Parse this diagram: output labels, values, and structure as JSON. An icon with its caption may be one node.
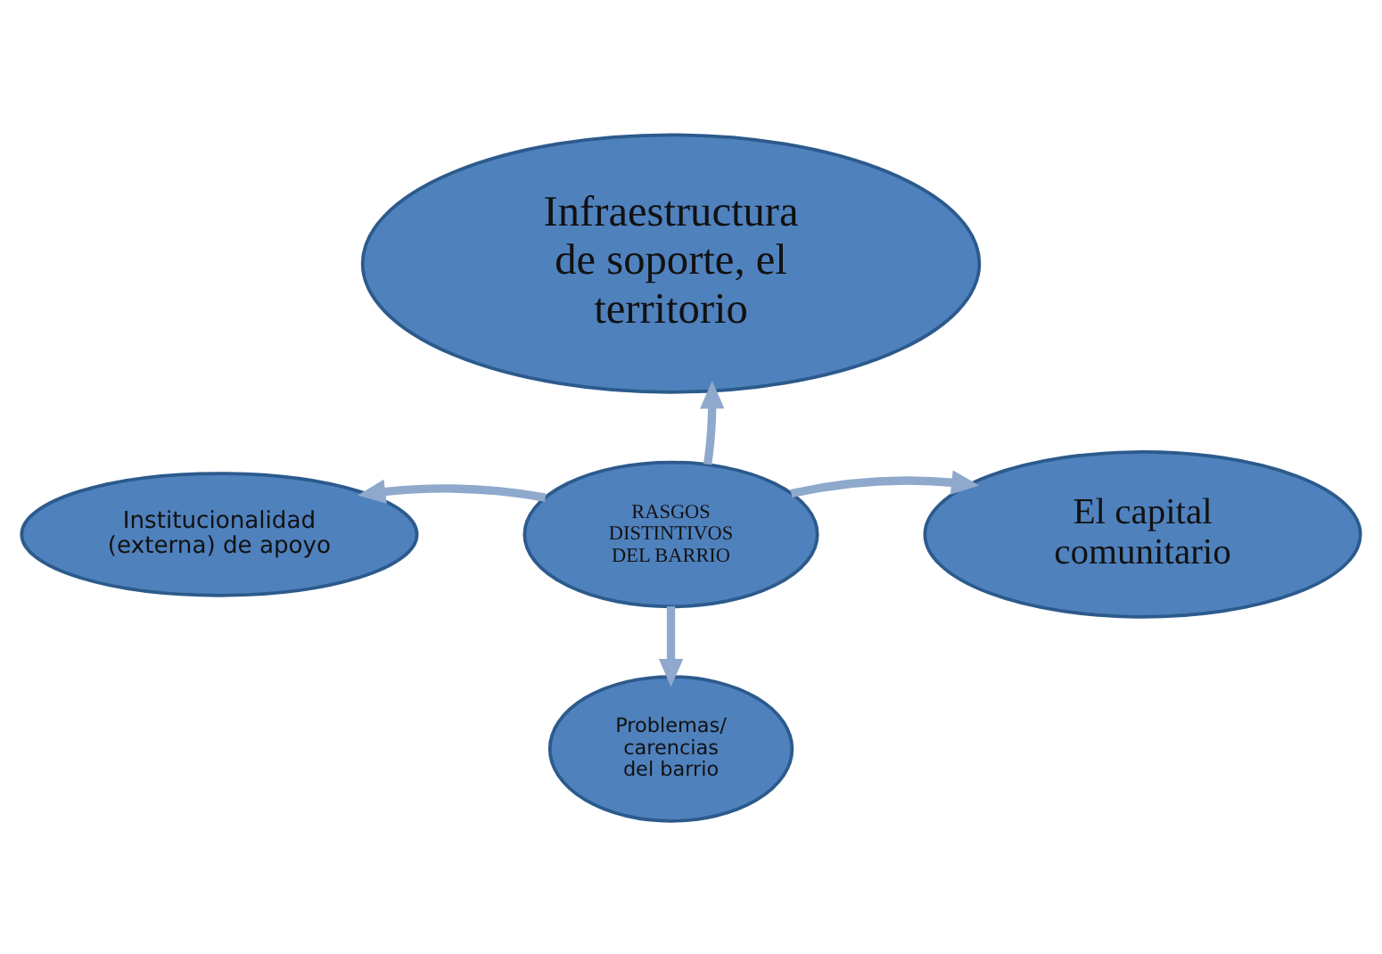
{
  "diagram": {
    "nodes": [
      {
        "text": [
          "Infraestructura de soporte, el territorio"
        ]
      },
      {
        "text": [
          "Institucionalidad (externa) de apoyo"
        ]
      },
      {
        "text": [
          "RASGOS DISTINTIVOS DEL BARRIO"
        ]
      },
      {
        "text": [
          "El capital comunitario"
        ]
      },
      {
        "text": [
          "Problemas/ carencias del barrio"
        ]
      }
    ],
    "edges": [
      {
        "from": 2,
        "to": 0,
        "arrow": "to"
      },
      {
        "from": 2,
        "to": 1,
        "arrow": "to"
      },
      {
        "from": 2,
        "to": 3,
        "arrow": "to"
      },
      {
        "from": 2,
        "to": 4,
        "arrow": "to"
      }
    ]
  }
}
